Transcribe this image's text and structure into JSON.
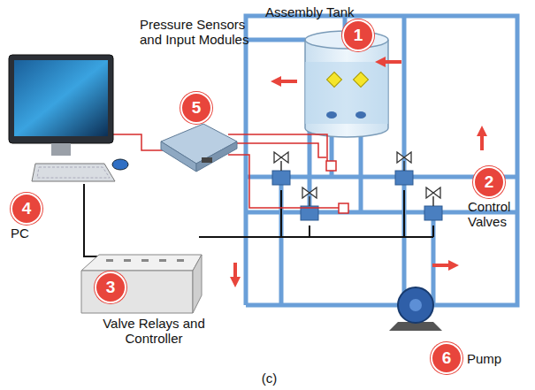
{
  "diagram": {
    "caption": "(c)",
    "nodes": [
      {
        "text": [
          "1"
        ]
      },
      {
        "text": [
          "5"
        ]
      },
      {
        "text": [
          "2"
        ]
      },
      {
        "text": [
          "4"
        ]
      },
      {
        "text": [
          "3"
        ]
      },
      {
        "text": [
          "6"
        ]
      }
    ],
    "labels": [
      "Assembly Tank",
      "Pressure Sensors and Input Modules",
      "PC",
      "Control Valves",
      "Valve Relays and Controller",
      "Pump"
    ]
  }
}
